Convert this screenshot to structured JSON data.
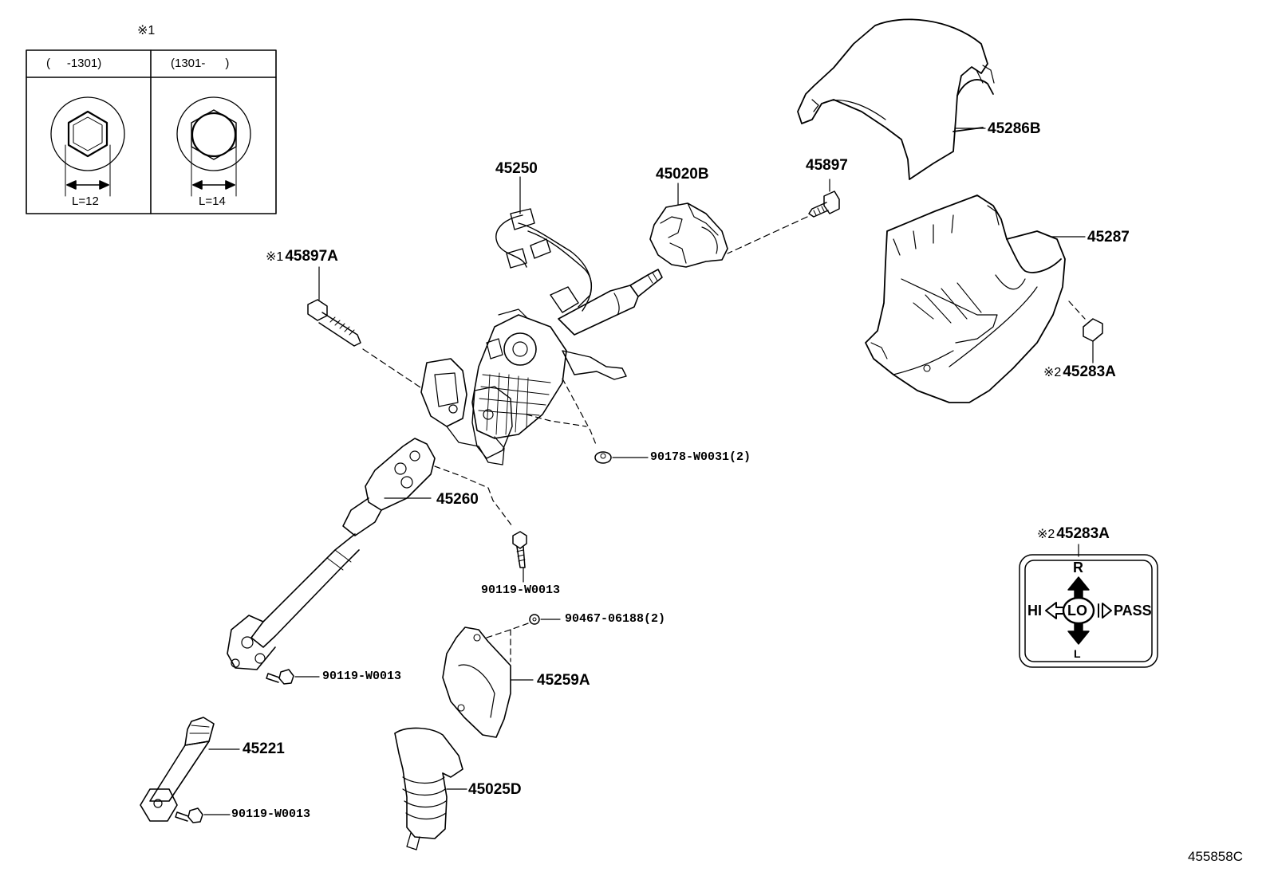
{
  "inset": {
    "marker": "※1",
    "columns": [
      {
        "header": "(     -1301)",
        "dimension": "L=12"
      },
      {
        "header": "(1301-      )",
        "dimension": "L=14"
      }
    ]
  },
  "callouts": {
    "c45286B": "45286B",
    "c45287": "45287",
    "c45897": "45897",
    "c45020B": "45020B",
    "c45250": "45250",
    "c45897A": "45897A",
    "c45897A_mark": "※1",
    "c45283A": "45283A",
    "c45283A_mark": "※2",
    "c90178": "90178-W0031(2)",
    "c45260": "45260",
    "c90119a": "90119-W0013",
    "c90467": "90467-06188(2)",
    "c90119b": "90119-W0013",
    "c45259A": "45259A",
    "c45221": "45221",
    "c45025D": "45025D",
    "c90119c": "90119-W0013"
  },
  "switch_label": {
    "mark": "※2",
    "part": "45283A",
    "up": "R",
    "left": "HI",
    "center": "LO",
    "right": "PASS",
    "down": "L"
  },
  "drawing_id": "455858C"
}
